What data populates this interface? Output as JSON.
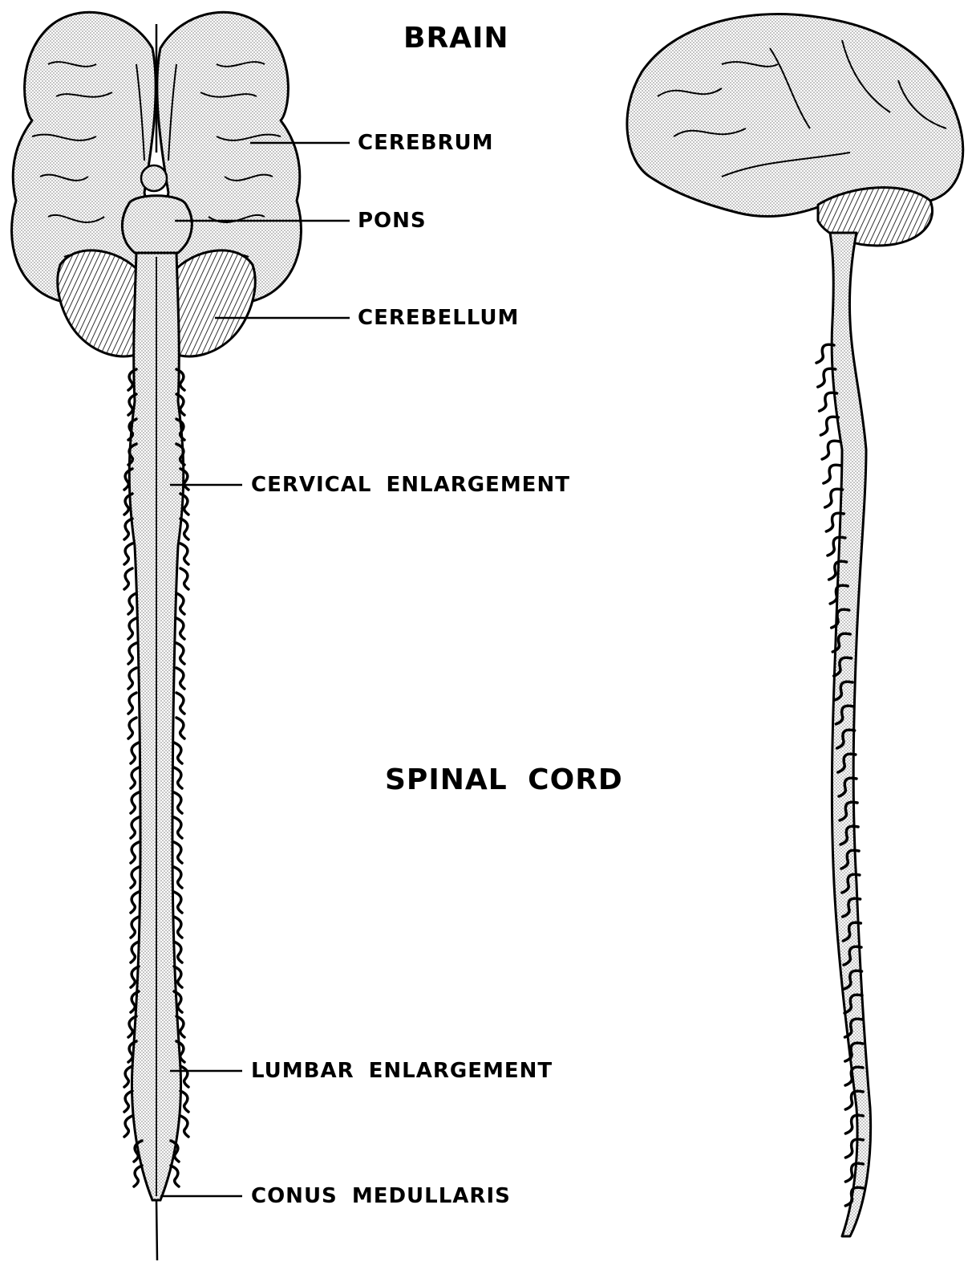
{
  "labels": {
    "brain": "BRAIN",
    "cerebrum": "CEREBRUM",
    "pons": "PONS",
    "cerebellum": "CEREBELLUM",
    "cervical_enlargement": "CERVICAL ENLARGEMENT",
    "spinal_cord": "SPINAL CORD",
    "lumbar_enlargement": "LUMBAR ENLARGEMENT",
    "conus_medullaris": "CONUS MEDULLARIS"
  },
  "colors": {
    "ink": "#000000",
    "stipple": "#9a9a9a",
    "background": "#ffffff"
  }
}
